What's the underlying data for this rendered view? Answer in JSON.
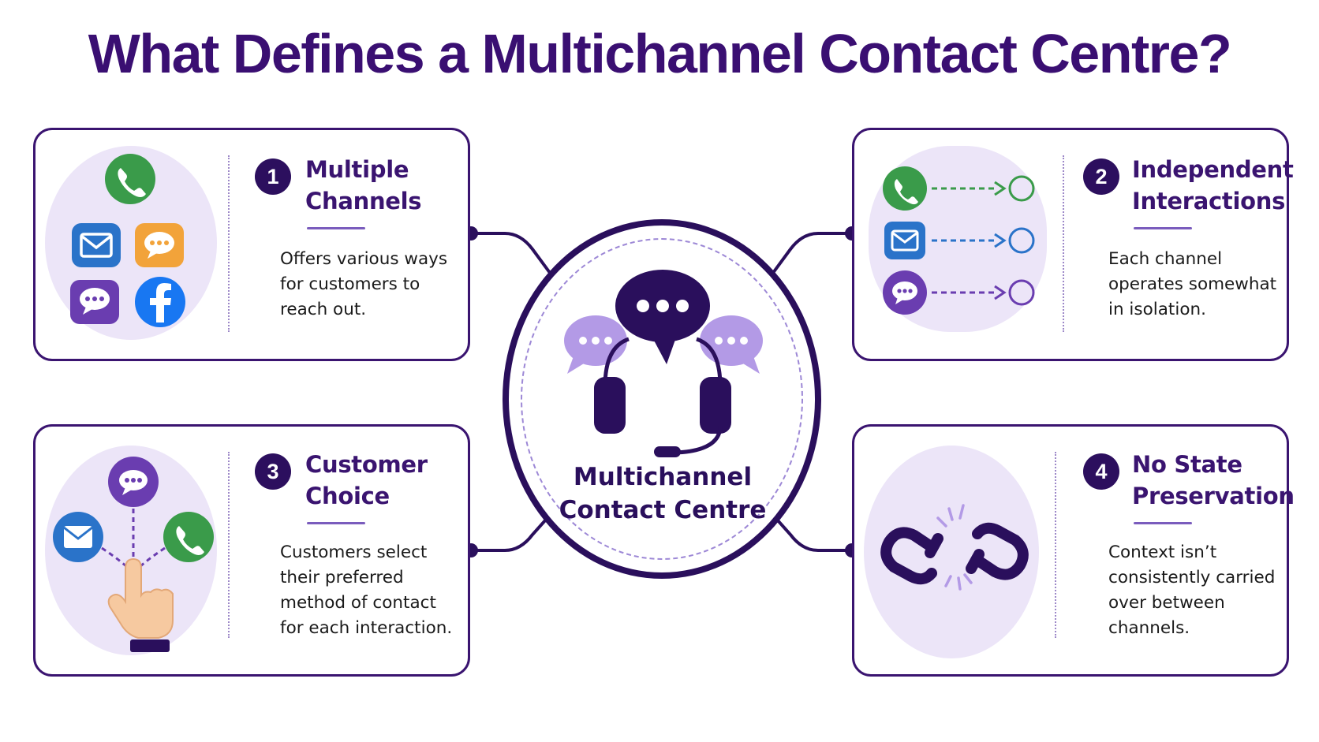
{
  "title": "What Defines a Multichannel Contact Centre?",
  "center": {
    "label_line1": "Multichannel",
    "label_line2": "Contact Centre"
  },
  "cards": [
    {
      "number": "1",
      "heading_line1": "Multiple",
      "heading_line2": "Channels",
      "desc_lines": [
        "Offers various ways",
        "for customers to",
        "reach out."
      ]
    },
    {
      "number": "2",
      "heading_line1": "Independent",
      "heading_line2": "Interactions",
      "desc_lines": [
        "Each channel",
        "operates somewhat",
        "in isolation."
      ]
    },
    {
      "number": "3",
      "heading_line1": "Customer",
      "heading_line2": "Choice",
      "desc_lines": [
        "Customers select",
        "their preferred",
        "method of contact",
        "for each interaction."
      ]
    },
    {
      "number": "4",
      "heading_line1": "No State",
      "heading_line2": "Preservation",
      "desc_lines": [
        "Context isn’t",
        "consistently carried",
        "over between",
        "channels."
      ]
    }
  ],
  "colors": {
    "primary": "#2a0f5c",
    "accent_purple": "#7a4fc0",
    "light_purple": "#ece5f8",
    "phone_green": "#3a9b4a",
    "email_blue": "#2a73c9",
    "chat_orange": "#f2a33a",
    "facebook_blue": "#1877f2"
  },
  "icons": {
    "card1": [
      "phone-icon",
      "email-icon",
      "chat-icon",
      "chat-bubble-icon",
      "facebook-icon"
    ],
    "card2": [
      "phone-icon",
      "email-icon",
      "chat-icon",
      "arrow-icon",
      "circle-target-icon"
    ],
    "card3": [
      "chat-icon",
      "email-icon",
      "phone-icon",
      "pointing-hand-icon"
    ],
    "card4": [
      "broken-chain-icon"
    ],
    "center": [
      "headset-icon",
      "speech-bubble-icon"
    ]
  }
}
